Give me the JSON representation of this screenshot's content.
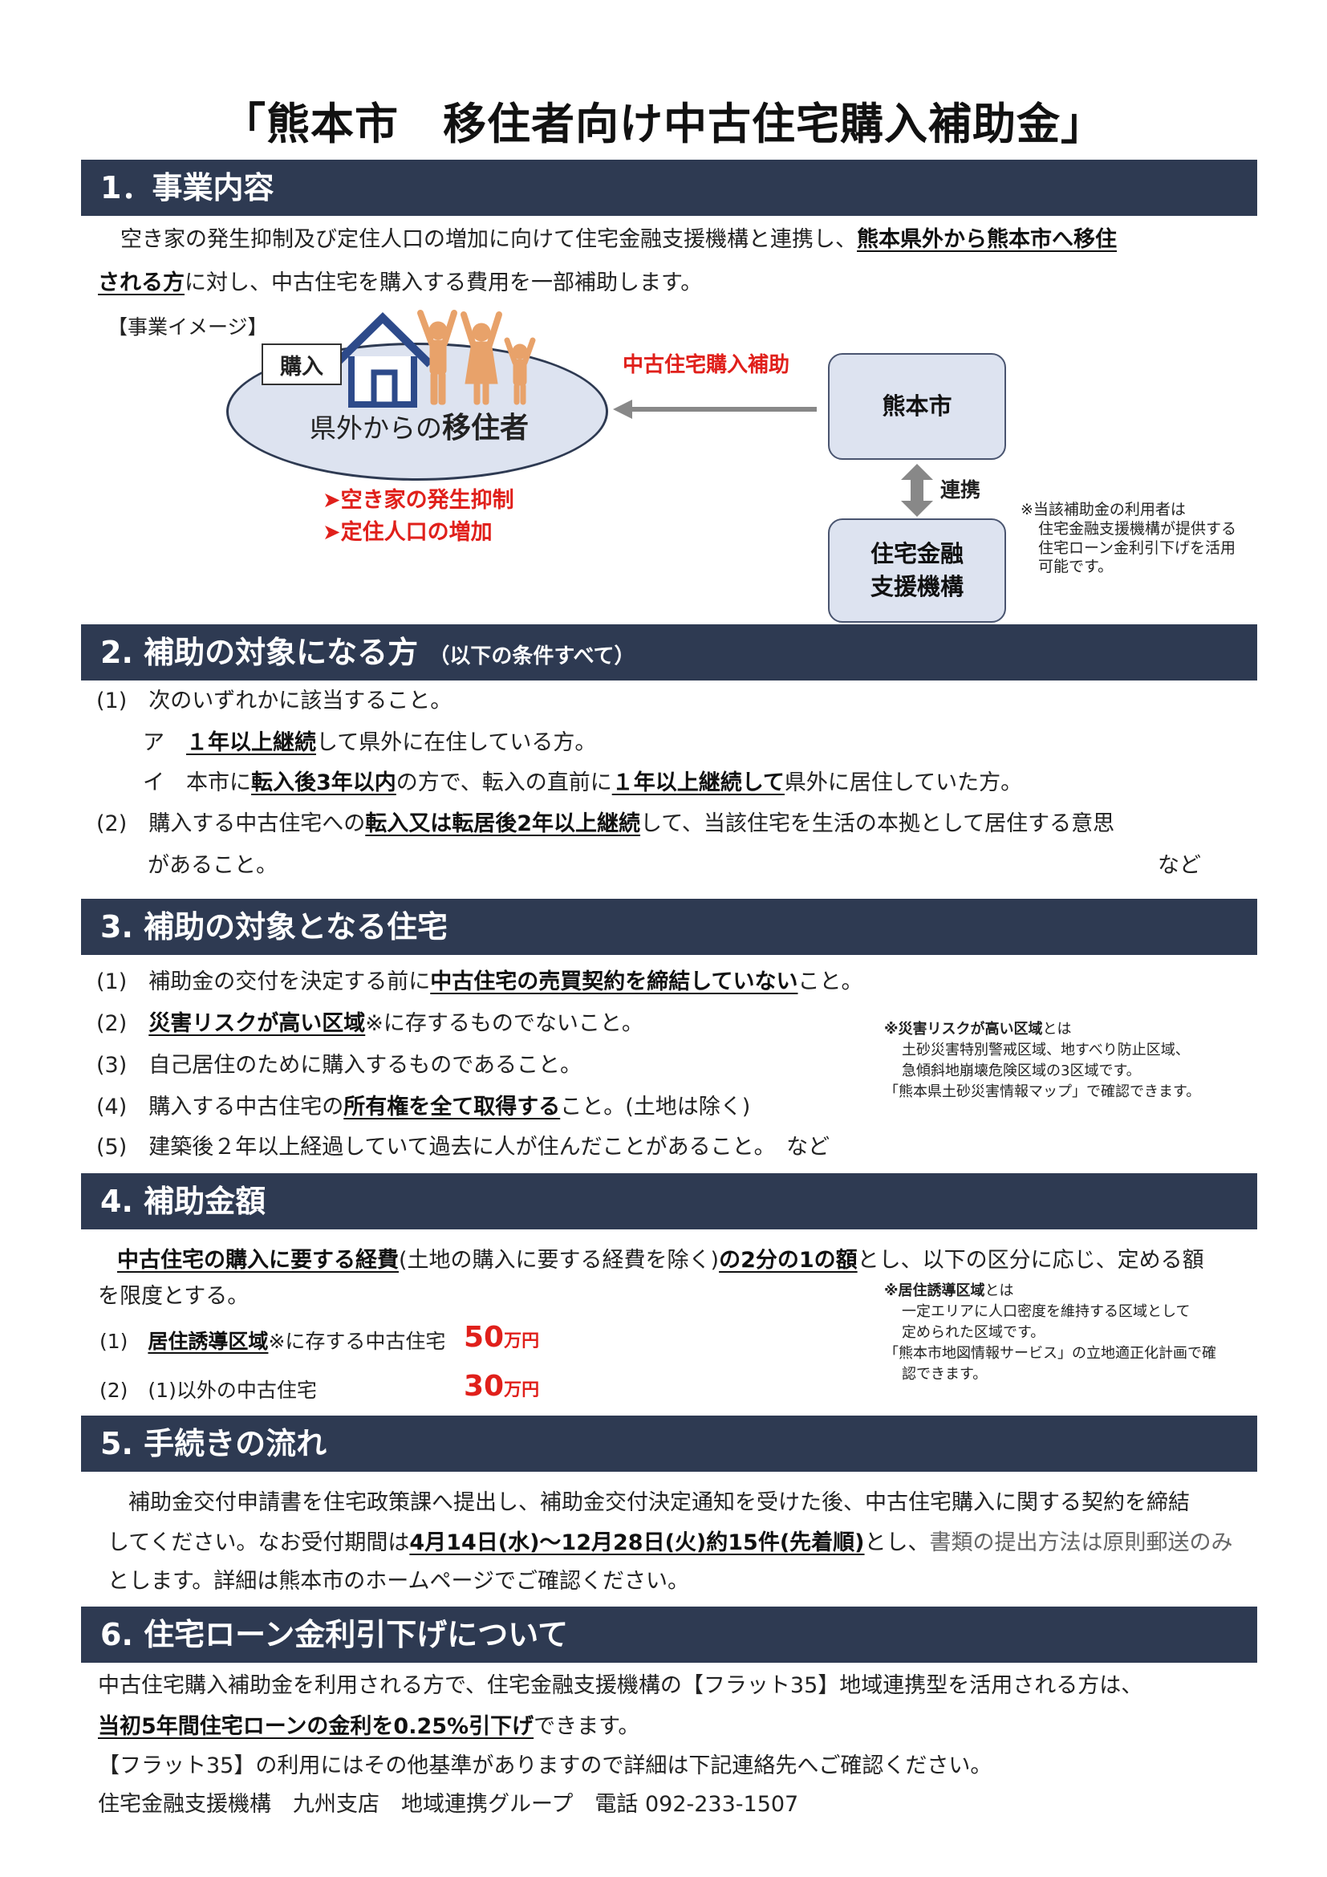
{
  "title": "「熊本市　移住者向け中古住宅購入補助金」",
  "s1": {
    "heading": "1．事業内容",
    "p1_a": "空き家の発生抑制及び定住人口の増加に向けて住宅金融支援機構と連携し、",
    "p1_b": "熊本県外から熊本市へ移住",
    "p2_a": "される方",
    "p2_b": "に対し、中古住宅を購入する費用を一部補助します。",
    "image_label": "【事業イメージ】",
    "buy_label": "購入",
    "ellipse_a": "県外からの",
    "ellipse_b": "移住者",
    "arrow_label": "中古住宅購入補助",
    "city_box": "熊本市",
    "link_label": "連携",
    "agency_box_1": "住宅金融",
    "agency_box_2": "支援機構",
    "effect_1": "➤空き家の発生抑制",
    "effect_2": "➤定住人口の増加",
    "note_1": "※当該補助金の利用者は",
    "note_2": "住宅金融支援機構が提供する",
    "note_3": "住宅ローン金利引下げを活用",
    "note_4": "可能です。"
  },
  "s2": {
    "heading": "2. 補助の対象になる方",
    "heading_small": "（以下の条件すべて）",
    "l1": "(1)　次のいずれかに該当すること。",
    "l2_a": "ア　",
    "l2_b": "１年以上継続",
    "l2_c": "して県外に在住している方。",
    "l3_a": "イ　本市に",
    "l3_b": "転入後3年以内",
    "l3_c": "の方で、転入の直前に",
    "l3_d": "１年以上継続して",
    "l3_e": "県外に居住していた方。",
    "l4_a": "(2)　購入する中古住宅への",
    "l4_b": "転入又は転居後2年以上継続",
    "l4_c": "して、当該住宅を生活の本拠として居住する意思",
    "l5": "があること。",
    "l5_end": "など"
  },
  "s3": {
    "heading": "3. 補助の対象となる住宅",
    "l1_a": "(1)　補助金の交付を決定する前に",
    "l1_b": "中古住宅の売買契約を締結していない",
    "l1_c": "こと。",
    "l2_a": "(2)　",
    "l2_b": "災害リスクが高い区域",
    "l2_c": "※に存するものでないこと。",
    "l3": "(3)　自己居住のために購入するものであること。",
    "l4_a": "(4)　購入する中古住宅の",
    "l4_b": "所有権を全て取得する",
    "l4_c": "こと。(土地は除く)",
    "l5": "(5)　建築後２年以上経過していて過去に人が住んだことがあること。　など",
    "note_title": "※災害リスクが高い区域",
    "note_title_suffix": "とは",
    "note_1": "土砂災害特別警戒区域、地すべり防止区域、",
    "note_2": "急傾斜地崩壊危険区域の3区域です。",
    "note_3": "「熊本県土砂災害情報マップ」で確認できます。"
  },
  "s4": {
    "heading": "4. 補助金額",
    "p1_a": "中古住宅の購入に要する経費",
    "p1_b": "(土地の購入に要する経費を除く)",
    "p1_c": "の2分の1の額",
    "p1_d": "とし、以下の区分に応じ、定める額",
    "p2": "を限度とする。",
    "r1_a": "(1)　",
    "r1_b": "居住誘導区域",
    "r1_c": "※に存する中古住宅",
    "r1_amt": "50",
    "r2": "(2)　(1)以外の中古住宅",
    "r2_amt": "30",
    "unit": "万円",
    "note_title": "※居住誘導区域",
    "note_title_suffix": "とは",
    "note_1": "一定エリアに人口密度を維持する区域として",
    "note_2": "定められた区域です。",
    "note_3": "「熊本市地図情報サービス」の立地適正化計画で確",
    "note_4": "認できます。"
  },
  "s5": {
    "heading": "5. 手続きの流れ",
    "p1": "補助金交付申請書を住宅政策課へ提出し、補助金交付決定通知を受けた後、中古住宅購入に関する契約を締結",
    "p2_a": "してください。なお受付期間は",
    "p2_b": "4月14日(水)～12月28日(火)約15件(先着順)",
    "p2_c": "とし、",
    "p2_d": "書類の提出方法は原則郵送のみ",
    "p3": "とします。詳細は熊本市のホームページでご確認ください。"
  },
  "s6": {
    "heading": "6. 住宅ローン金利引下げについて",
    "l1": "中古住宅購入補助金を利用される方で、住宅金融支援機構の【フラット35】地域連携型を活用される方は、",
    "l2_a": "当初5年間住宅ローンの金利を0.25%引下げ",
    "l2_b": "できます。",
    "l3": "【フラット35】の利用にはその他基準がありますので詳細は下記連絡先へご確認ください。",
    "l4": "住宅金融支援機構　九州支店　地域連携グループ　電話 092-233-1507"
  },
  "colors": {
    "band": "#2e3a52",
    "accent_red": "#e0201b",
    "box_fill": "#dde3f0",
    "figure_orange": "#e8a26a"
  }
}
